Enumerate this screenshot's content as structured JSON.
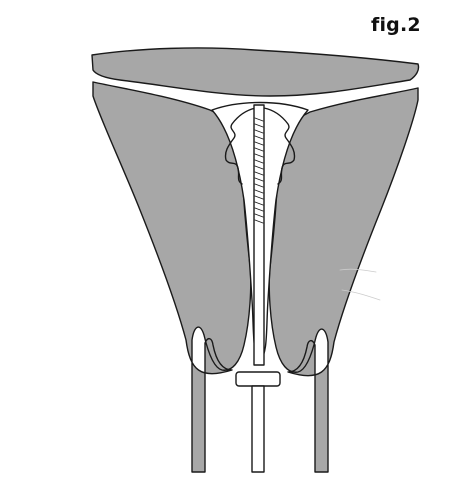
{
  "figure": {
    "label": "fig.2"
  },
  "colors": {
    "tissue_fill": "#a7a7a7",
    "outline": "#1a1a1a",
    "cavity": "#ffffff",
    "background": "#ffffff"
  },
  "parts": {
    "fundus": "fundus-band",
    "uterine_wall_left": "uterine-wall-left",
    "uterine_wall_right": "uterine-wall-right",
    "uterine_cavity": "uterine-cavity",
    "device_arms": "device-arms",
    "inserter_tube": "inserter-tube",
    "flange": "flange",
    "cervical_canal": "cervical-canal"
  }
}
